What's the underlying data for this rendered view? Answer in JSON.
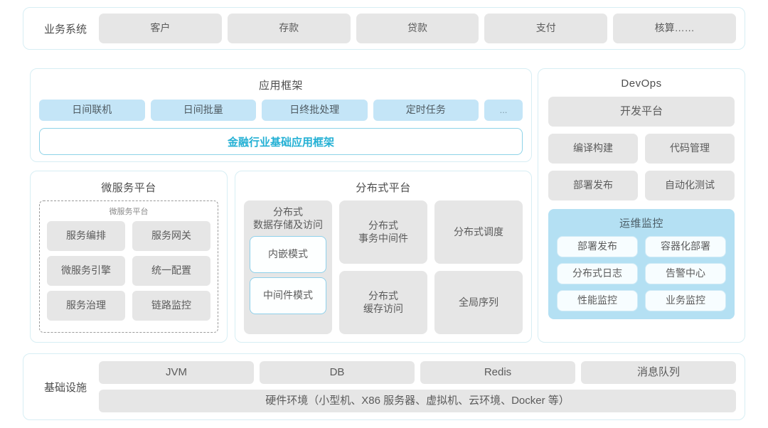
{
  "business_row": {
    "label": "业务系统",
    "items": [
      "客户",
      "存款",
      "贷款",
      "支付",
      "核算……"
    ]
  },
  "app_framework": {
    "title": "应用框架",
    "items": [
      "日间联机",
      "日间批量",
      "日终批处理",
      "定时任务",
      "..."
    ],
    "base_framework": "金融行业基础应用框架"
  },
  "microservice": {
    "title": "微服务平台",
    "inner_title": "微服务平台",
    "items": [
      "服务编排",
      "服务网关",
      "微服务引擎",
      "统一配置",
      "服务治理",
      "链路监控"
    ]
  },
  "distributed": {
    "title": "分布式平台",
    "storage_column": {
      "title": "分布式\n数据存储及访问",
      "modes": [
        "内嵌模式",
        "中间件模式"
      ]
    },
    "grid": [
      "分布式\n事务中间件",
      "分布式调度",
      "分布式\n缓存访问",
      "全局序列"
    ]
  },
  "devops": {
    "title": "DevOps",
    "platform": "开发平台",
    "items": [
      "编译构建",
      "代码管理",
      "部署发布",
      "自动化测试"
    ],
    "ops_monitor": {
      "title": "运维监控",
      "items": [
        "部署发布",
        "容器化部署",
        "分布式日志",
        "告警中心",
        "性能监控",
        "业务监控"
      ]
    }
  },
  "infrastructure": {
    "label": "基础设施",
    "items": [
      "JVM",
      "DB",
      "Redis",
      "消息队列"
    ],
    "hardware": "硬件环境（小型机、X86 服务器、虚拟机、云环境、Docker 等）"
  },
  "colors": {
    "panel_border": "#d7eef4",
    "chip_grey": "#e6e6e6",
    "chip_blue": "#c4e5f7",
    "accent_blue": "#23b0d4",
    "ops_panel_blue": "#b4e0f3"
  }
}
